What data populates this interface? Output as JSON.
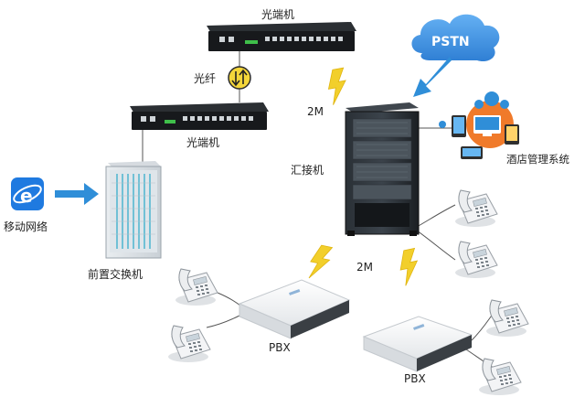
{
  "labels": {
    "optical_top": "光端机",
    "optical_bottom": "光端机",
    "fiber": "光纤",
    "pstn": "PSTN",
    "link_top": "2M",
    "link_bottom": "2M",
    "aggregator": "汇接机",
    "hotel_system": "酒店管理系统",
    "mobile_network": "移动网络",
    "front_switch": "前置交换机",
    "pbx_left": "PBX",
    "pbx_right": "PBX",
    "ie_glyph": "e"
  },
  "colors": {
    "pstn_cloud": "#3e8fe0",
    "arrow_blue": "#2f8ed8",
    "lightning": "#f2cf2b",
    "fiber_badge": "#f4d63a",
    "rack_dark": "#1e2328",
    "pbx_white": "#f4f5f7",
    "hotel_orange": "#f07a2a",
    "ie_blue": "#1f7ae0"
  }
}
